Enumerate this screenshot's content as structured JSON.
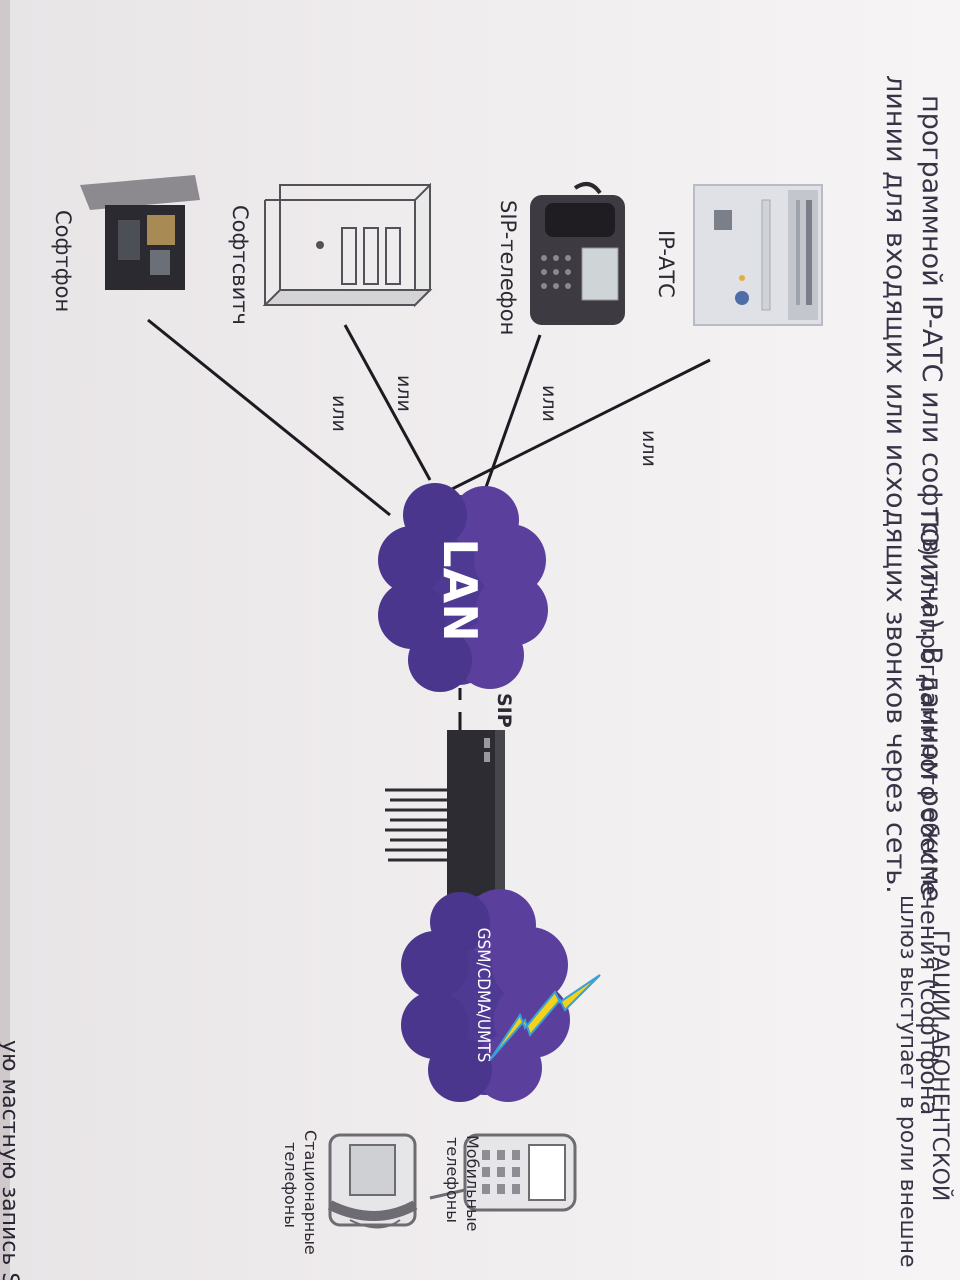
{
  "text": {
    "line1_fragment": "ГРАЦИИ АБОНЕНТСКОЙ",
    "line2": "ПО) или программного обеспечения (софтфона",
    "line2_right": "шлюз выступает в роли внешне",
    "line3": "программной IP-АТС или софтсвитча).   В данном режиме",
    "line4": "линии для входящих или исходящих звонков через сеть.",
    "bottom_fragment": "ую мастную запись SIP, н"
  },
  "diagram": {
    "devices": [
      {
        "id": "ip-ats",
        "label": "IP-АТС"
      },
      {
        "id": "sip-phone",
        "label": "SIP-телефон"
      },
      {
        "id": "softswitch",
        "label": "Софтсвитч"
      },
      {
        "id": "softphone",
        "label": "Софтфон"
      }
    ],
    "connector_word": "или",
    "cloud_lan": "LAN",
    "link_label": "SIP",
    "cloud_gsm": "GSM/CDMA/UMTS",
    "mobile_label_1": "Мобильные",
    "mobile_label_2": "телефоны",
    "fixed_label_1": "Стационарные",
    "fixed_label_2": "телефоны"
  },
  "colors": {
    "cloud_purple": "#5b3f9c",
    "cloud_dark": "#3e2a78",
    "lightning": "#f2d21a",
    "line": "#1e1a22"
  }
}
